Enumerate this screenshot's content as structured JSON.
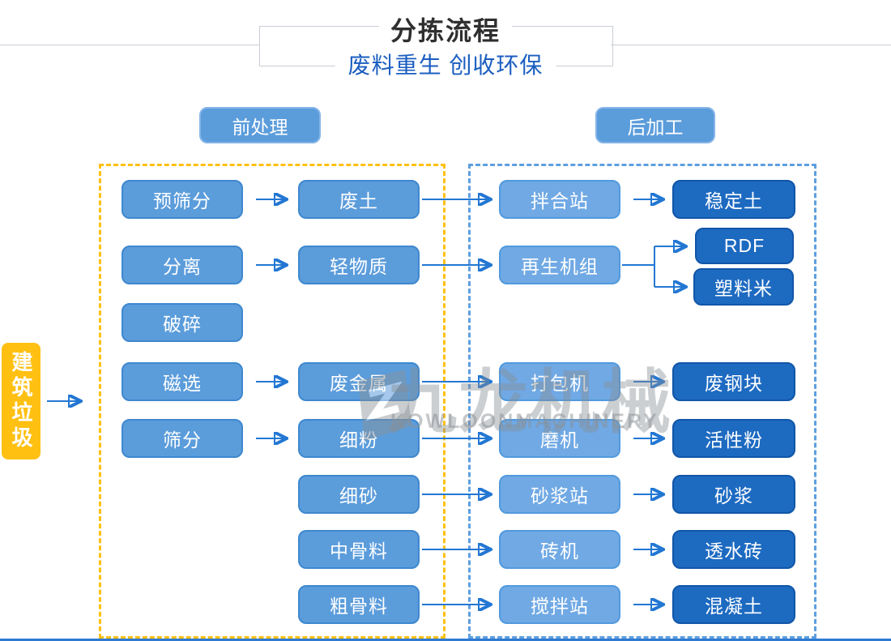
{
  "header": {
    "title": "分拣流程",
    "subtitle": "废料重生 创收环保"
  },
  "sections": {
    "pre_label": "前处理",
    "post_label": "后加工"
  },
  "source": {
    "label": "建筑垃圾"
  },
  "flow": {
    "pre_col1": [
      "预筛分",
      "分离",
      "破碎",
      "磁选",
      "筛分"
    ],
    "pre_col2": [
      "废土",
      "轻物质",
      "废金属",
      "细粉",
      "细砂",
      "中骨料",
      "粗骨料"
    ],
    "post_col1": [
      "拌合站",
      "再生机组",
      "打包机",
      "磨机",
      "砂浆站",
      "砖机",
      "搅拌站"
    ],
    "post_col2": [
      "稳定土",
      "RDF",
      "塑料米",
      "废钢块",
      "活性粉",
      "砂浆",
      "透水砖",
      "混凝土"
    ]
  },
  "edges": [
    {
      "from": "建筑垃圾",
      "to": "前处理"
    },
    {
      "from": "预筛分",
      "to": "废土"
    },
    {
      "from": "废土",
      "to": "拌合站"
    },
    {
      "from": "拌合站",
      "to": "稳定土"
    },
    {
      "from": "分离",
      "to": "轻物质"
    },
    {
      "from": "轻物质",
      "to": "再生机组"
    },
    {
      "from": "再生机组",
      "to": "RDF"
    },
    {
      "from": "再生机组",
      "to": "塑料米"
    },
    {
      "from": "磁选",
      "to": "废金属"
    },
    {
      "from": "废金属",
      "to": "打包机"
    },
    {
      "from": "打包机",
      "to": "废钢块"
    },
    {
      "from": "筛分",
      "to": "细粉"
    },
    {
      "from": "细粉",
      "to": "磨机"
    },
    {
      "from": "磨机",
      "to": "活性粉"
    },
    {
      "from": "细砂",
      "to": "砂浆站"
    },
    {
      "from": "砂浆站",
      "to": "砂浆"
    },
    {
      "from": "中骨料",
      "to": "砖机"
    },
    {
      "from": "砖机",
      "to": "透水砖"
    },
    {
      "from": "粗骨料",
      "to": "搅拌站"
    },
    {
      "from": "搅拌站",
      "to": "混凝土"
    }
  ],
  "watermark": {
    "text_cn": "九龙机械",
    "text_en": "KOWLOONMACHINERY"
  },
  "colors": {
    "medium_blue": "#5b9cdb",
    "light_blue": "#70a9e4",
    "dark_blue": "#1d6ac1",
    "yellow": "#ffc012",
    "arrow_blue": "#2377d3",
    "subtitle_blue": "#1b5ec0",
    "dashed_yellow": "#ffc012",
    "dashed_blue": "#5e9fe0",
    "header_line_gray": "#c9cdd5",
    "title_dark": "#2f2f2f",
    "bottom_rule_blue": "#2e7ad2"
  }
}
